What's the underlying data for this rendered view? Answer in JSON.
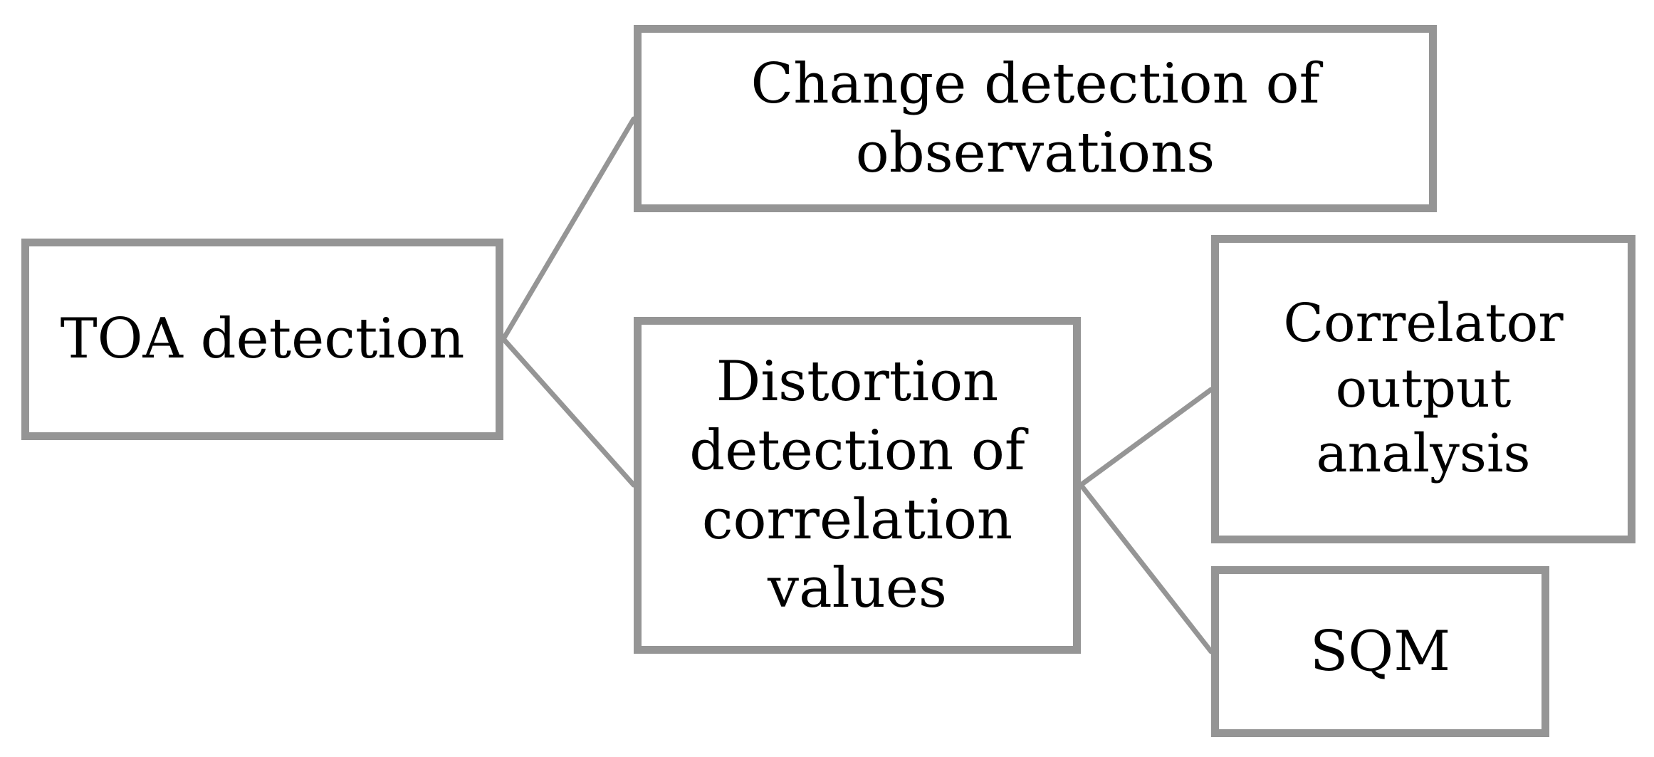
{
  "diagram": {
    "nodes": [
      {
        "id": "root",
        "label": "TOA detection"
      },
      {
        "id": "change",
        "label": "Change detection of\nobservations"
      },
      {
        "id": "distortion",
        "label": "Distortion\ndetection of\ncorrelation\nvalues"
      },
      {
        "id": "correlator",
        "label": "Correlator\noutput analysis"
      },
      {
        "id": "sqm",
        "label": "SQM"
      }
    ],
    "edges": [
      {
        "from": "root",
        "to": "change"
      },
      {
        "from": "root",
        "to": "distortion"
      },
      {
        "from": "distortion",
        "to": "correlator"
      },
      {
        "from": "distortion",
        "to": "sqm"
      }
    ],
    "colors": {
      "border": "#959595",
      "connector": "#959595",
      "text": "#000000",
      "background": "#ffffff"
    }
  }
}
